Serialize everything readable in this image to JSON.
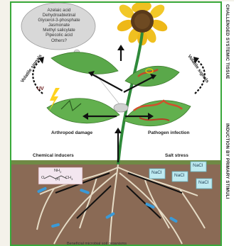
{
  "metabolites": [
    "Azelaic acid",
    "Dehydroabietinal",
    "Glycerol-3-phosphate",
    "Jasmonate",
    "Methyl salicylate",
    "Pipecolic acid",
    "Others?"
  ],
  "labels": {
    "volatile_left": "Volatile signals",
    "volatile_right": "Volatile signals",
    "uv": "UV",
    "arthropod": "Arthropod damage",
    "pathogen": "Pathogen infection",
    "chemical": "Chemical inducers",
    "salt": "Salt stress",
    "nacl": "NaCl",
    "chem_nh2": "NH",
    "chem_sub2": "2",
    "chem_r": "(R)",
    "chem_ch3": "CH",
    "chem_sub3": "3",
    "chem_o": "O",
    "bottom_text": "Beneficial microbial soil organisms"
  },
  "side_labels": [
    "CHALLENGED SYSTEMIC TISSUE",
    "INDUCTION BY PRIMARY STIMULI"
  ],
  "colors": {
    "border": "#39a83a",
    "soil": "#8a6a55",
    "stem": "#2f8a3a",
    "leaf": "#5aa84a",
    "petal": "#f0c020"
  }
}
